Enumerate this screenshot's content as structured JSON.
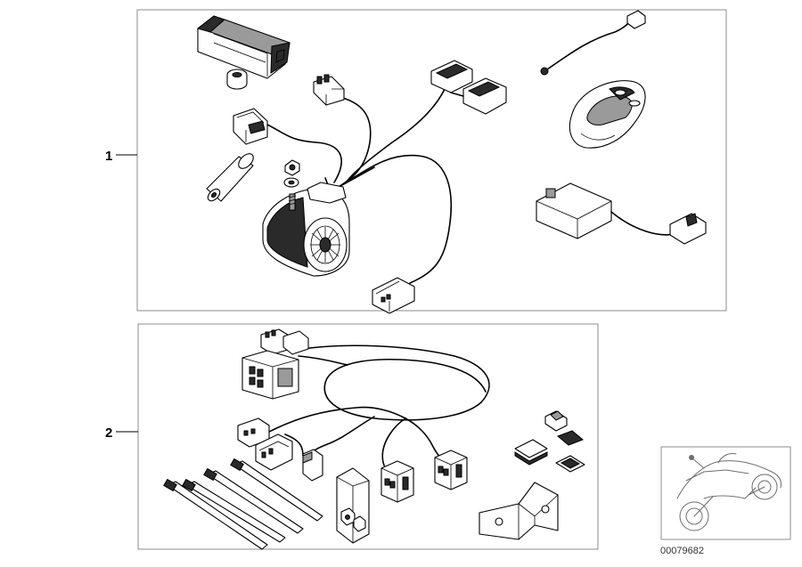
{
  "callouts": [
    {
      "label": "1"
    },
    {
      "label": "2"
    }
  ],
  "diagram_id": "00079682",
  "colors": {
    "line": "#000000",
    "frame": "#8c8c8c",
    "thumbnail": "#6e6e6e"
  },
  "icons": [
    "motorcycle-thumbnail-icon"
  ]
}
